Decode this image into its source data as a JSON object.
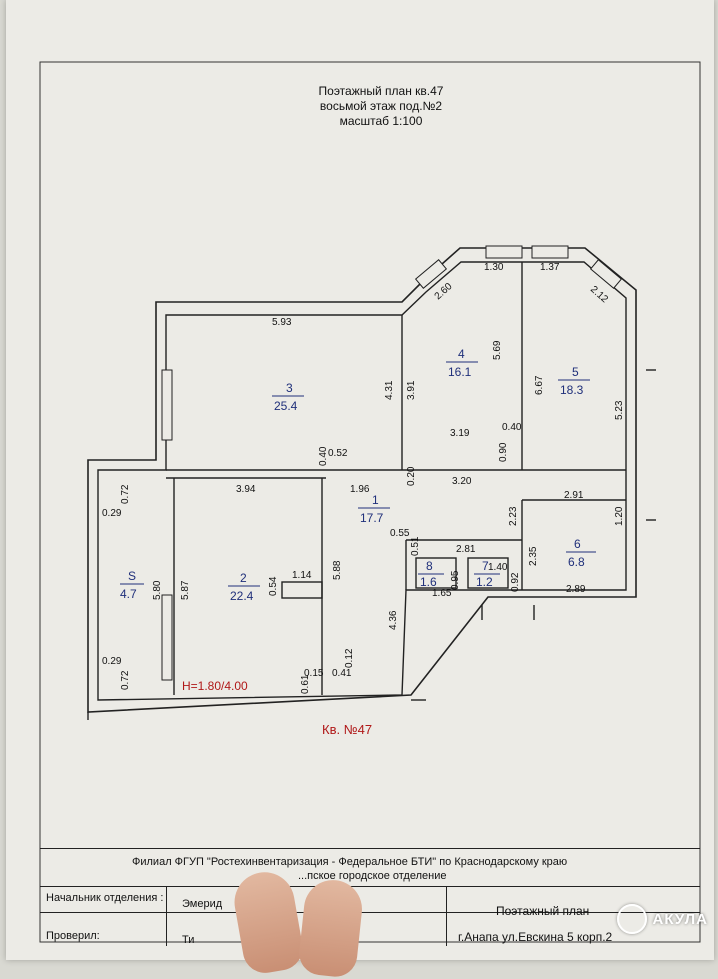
{
  "header": {
    "line1": "Поэтажный план кв.47",
    "line2": "восьмой этаж под.№2",
    "line3": "масштаб 1:100"
  },
  "rooms": [
    {
      "num": "1",
      "area": "17.7"
    },
    {
      "num": "2",
      "area": "22.4"
    },
    {
      "num": "3",
      "area": "25.4"
    },
    {
      "num": "4",
      "area": "16.1"
    },
    {
      "num": "5",
      "area": "18.3"
    },
    {
      "num": "6",
      "area": "6.8"
    },
    {
      "num": "7",
      "area": "1.2"
    },
    {
      "num": "8",
      "area": "1.6"
    },
    {
      "num": "S",
      "area": "4.7"
    }
  ],
  "dims": {
    "d593": "5.93",
    "d431": "4.31",
    "d391": "3.91",
    "d260": "2.60",
    "d130": "1.30",
    "d137": "1.37",
    "d212": "2.12",
    "d569": "5.69",
    "d667": "6.67",
    "d523": "5.23",
    "d319": "3.19",
    "d040a": "0.40",
    "d090": "0.90",
    "d040b": "0.40",
    "d052": "0.52",
    "d394": "3.94",
    "d196": "1.96",
    "d020": "0.20",
    "d320": "3.20",
    "d291": "2.91",
    "d223": "2.23",
    "d120": "1.20",
    "d055": "0.55",
    "d281": "2.81",
    "d051": "0.51",
    "d235": "2.35",
    "d165": "1.65",
    "d095": "0.95",
    "d140": "1.40",
    "d092": "0.92",
    "d289": "2.89",
    "d072a": "0.72",
    "d029a": "0.29",
    "d580": "5.80",
    "d587": "5.87",
    "d114": "1.14",
    "d054": "0.54",
    "d588": "5.88",
    "d436": "4.36",
    "d029b": "0.29",
    "d072b": "0.72",
    "d015": "0.15",
    "d012": "0.12",
    "d061": "0.61",
    "d041": "0.41"
  },
  "height_note": "H=1.80/4.00",
  "apartment_label": "Кв. №47",
  "footer": {
    "org": "Филиал ФГУП \"Ростехинвентаризация - Федеральное БТИ\" по Краснодарскому краю",
    "dept": "...пское городское отделение",
    "head_label": "Начальник отделения :",
    "head_name": "Эмерид",
    "checked_label": "Проверил:",
    "checked_name": "Ти",
    "doc_title": "Поэтажный план",
    "address": "г.Анапа ул.Евскина 5 корп.2"
  },
  "watermark": "АКУЛА"
}
